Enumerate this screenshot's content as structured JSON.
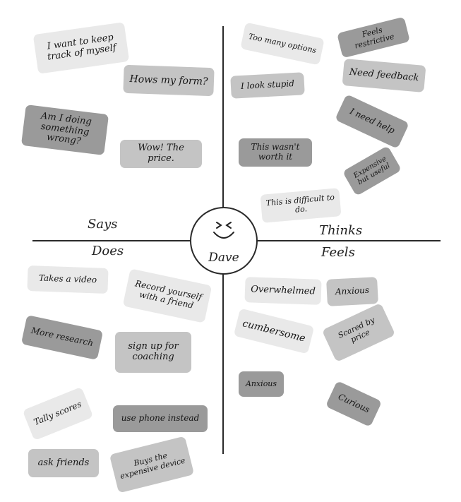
{
  "center": {
    "name": "Dave"
  },
  "quadrants": {
    "says": "Says",
    "thinks": "Thinks",
    "does": "Does",
    "feels": "Feels"
  },
  "says": [
    "I want to keep track of myself",
    "Hows my form?",
    "Am I doing something wrong?",
    "Wow! The price."
  ],
  "thinks": [
    "Too many options",
    "Feels restrictive",
    "I look stupid",
    "Need feedback",
    "I need help",
    "This wasn't worth it",
    "Expensive but useful",
    "This is difficult to do."
  ],
  "does": [
    "Takes a video",
    "Record yourself with a friend",
    "More research",
    "sign up for coaching",
    "Tally scores",
    "use phone instead",
    "ask friends",
    "Buys the expensive device"
  ],
  "feels": [
    "Overwhelmed",
    "Anxious",
    "cumbersome",
    "Scared by price",
    "Anxious",
    "Curious"
  ],
  "colors": {
    "light": "#e9e9e9",
    "mid": "#c4c4c4",
    "dark": "#9a9a9a",
    "line": "#2a2a2a"
  }
}
